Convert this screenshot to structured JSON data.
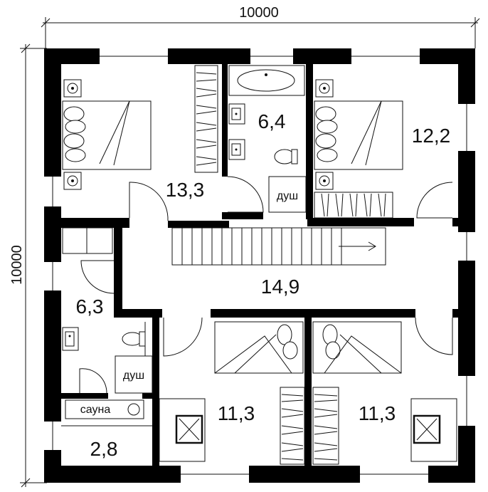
{
  "dimensions": {
    "width_label": "10000",
    "height_label": "10000"
  },
  "rooms": {
    "bedroom_nw": {
      "area": "13,3"
    },
    "bathroom_n": {
      "area": "6,4",
      "shower_label": "душ"
    },
    "bedroom_ne": {
      "area": "12,2"
    },
    "hall": {
      "area": "14,9"
    },
    "bathroom_w": {
      "area": "6,3",
      "shower_label": "душ"
    },
    "sauna": {
      "label": "сауна",
      "area": "2,8"
    },
    "bedroom_sw": {
      "area": "11,3"
    },
    "bedroom_se": {
      "area": "11,3"
    }
  },
  "colors": {
    "wall": "#000000",
    "line": "#111111",
    "background": "#ffffff"
  },
  "icons": [
    "bed-icon",
    "nightstand-icon",
    "wardrobe-icon",
    "bathtub-icon",
    "sink-icon",
    "toilet-icon",
    "stairs-icon",
    "desk-chair-icon",
    "stove-icon",
    "door-swing-icon"
  ]
}
